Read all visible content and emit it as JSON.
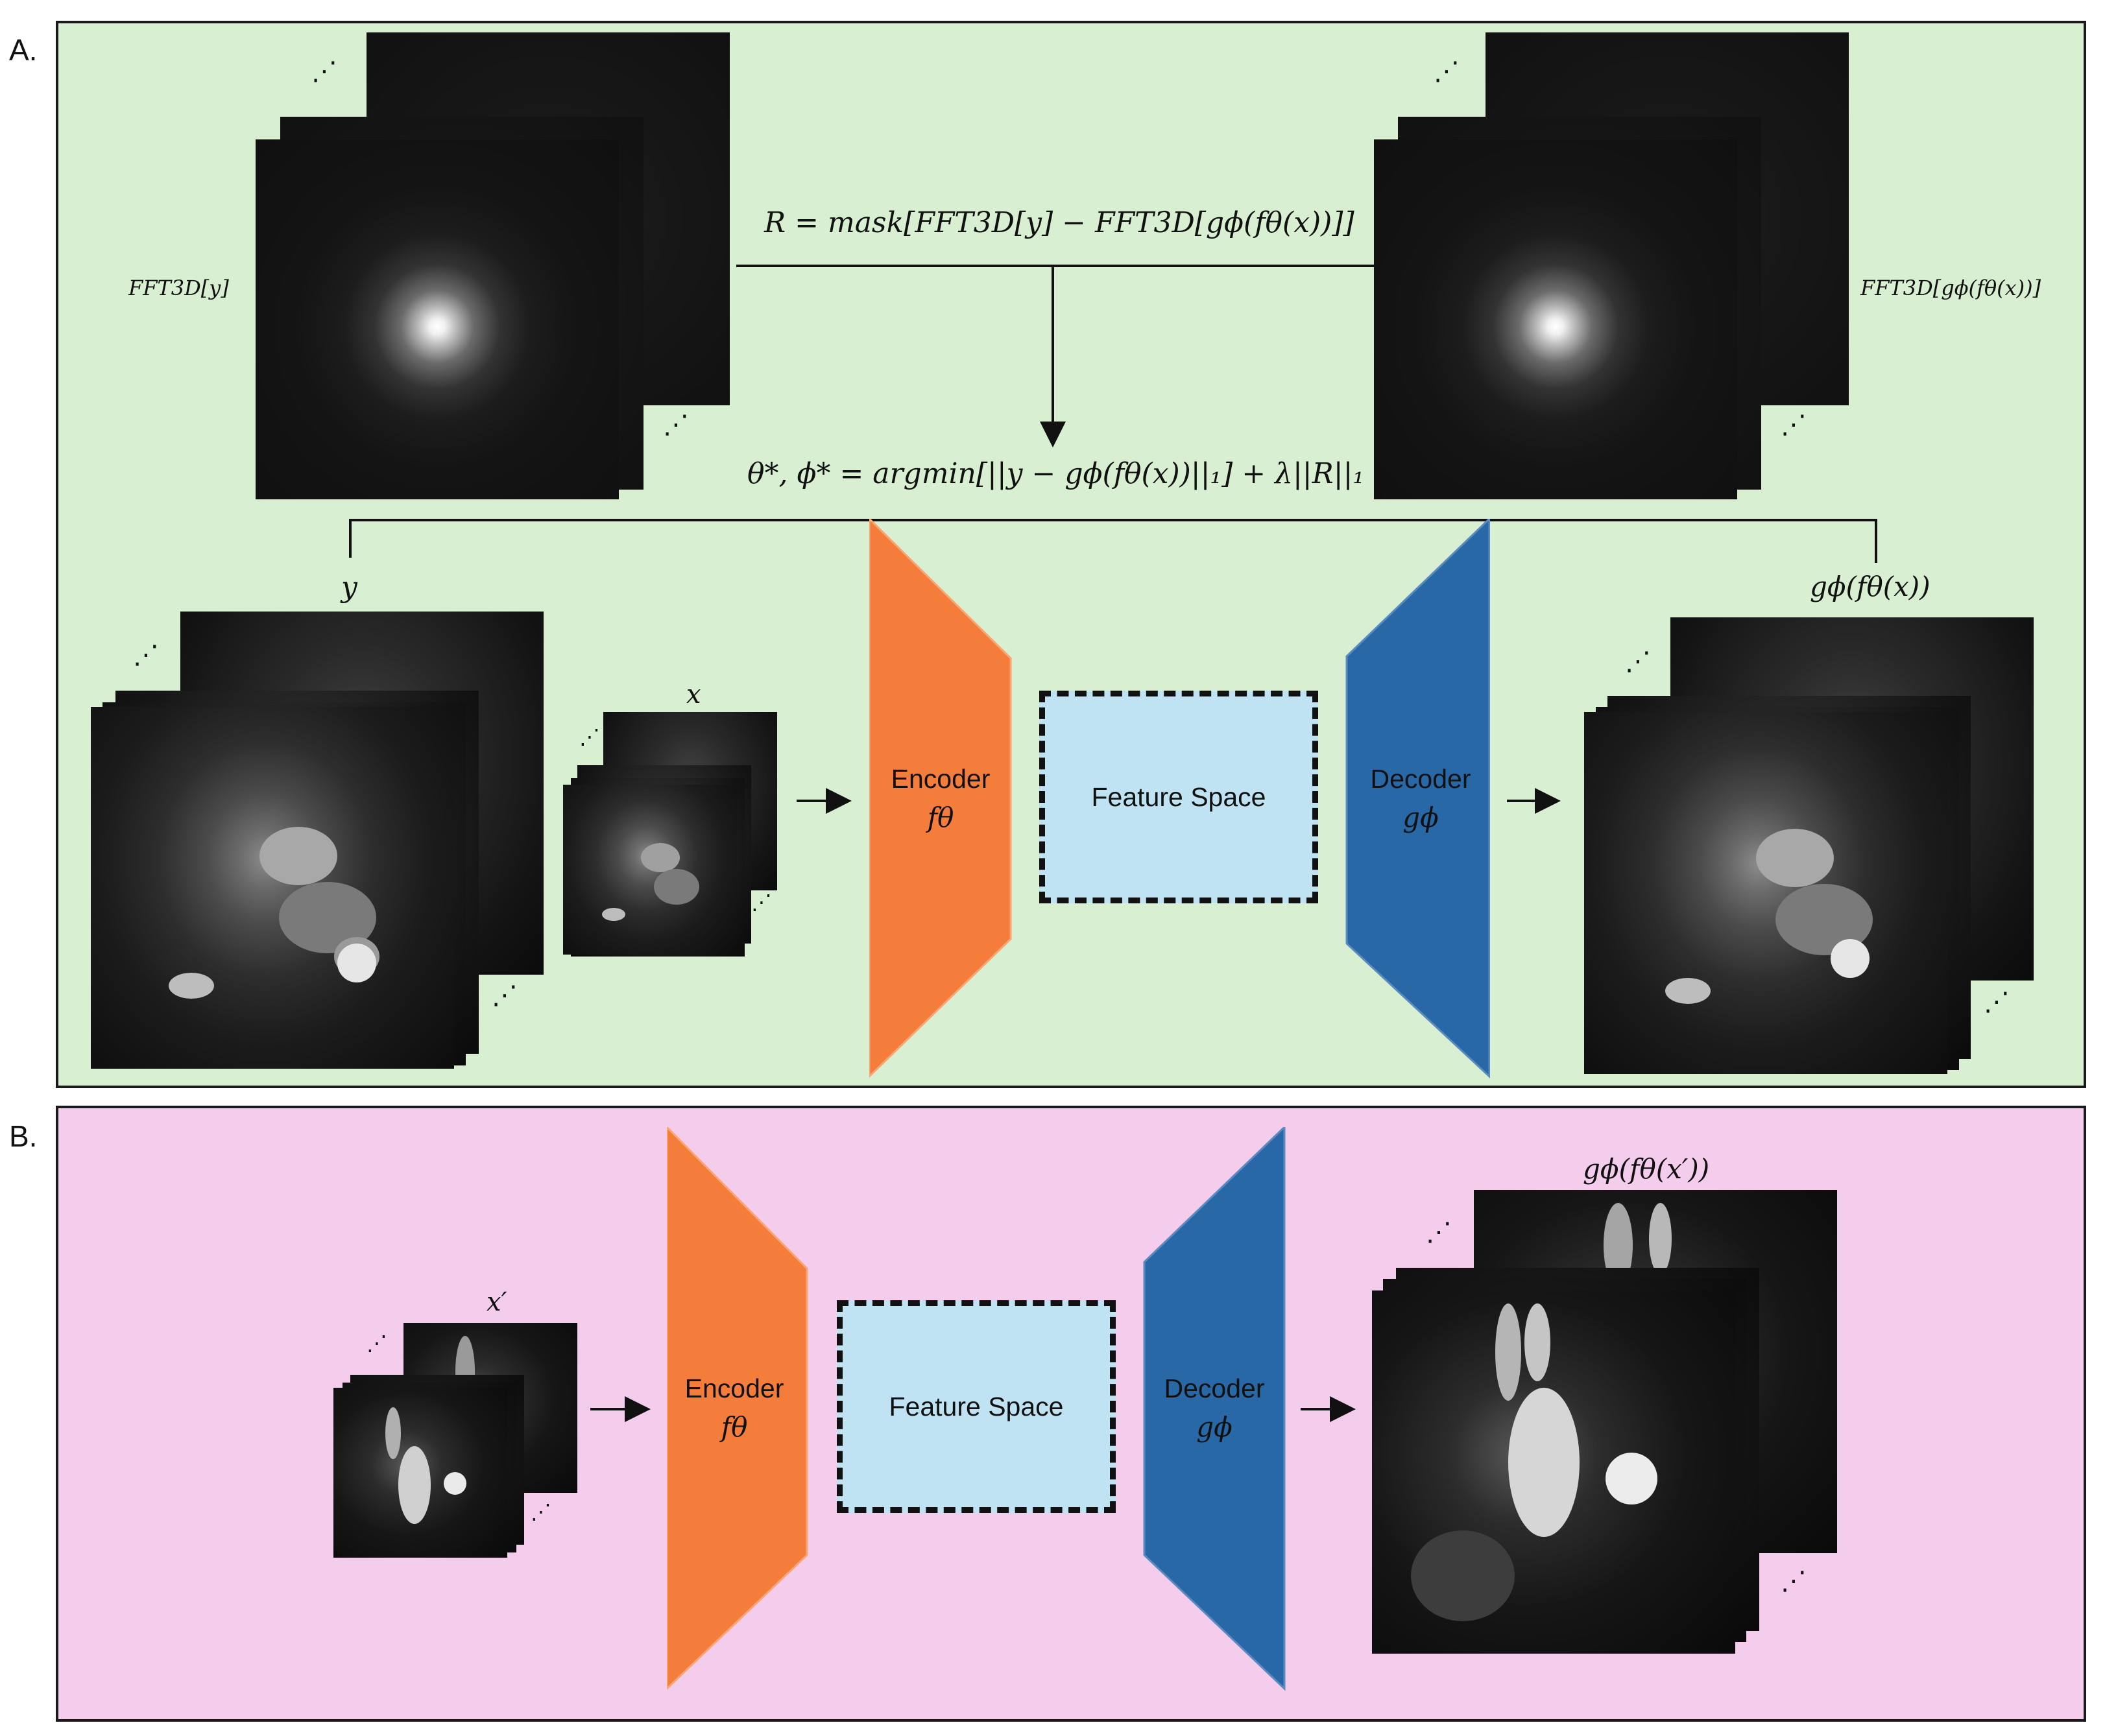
{
  "panel_a": {
    "label": "A.",
    "background": "#d9efd2",
    "kspace_left_label": "FFT3D[y]",
    "kspace_right_label": "FFT3D[gϕ(fθ(x))]",
    "residual_equation": "R = mask[FFT3D[y] − FFT3D[gϕ(fθ(x))]]",
    "loss_equation": "θ*, ϕ* = argmin[||y − gϕ(fθ(x))||₁] + λ||R||₁",
    "y_label": "y",
    "x_label": "x",
    "output_label": "gϕ(fθ(x))",
    "encoder_label": "Encoder",
    "encoder_symbol": "fθ",
    "feature_label": "Feature Space",
    "decoder_label": "Decoder",
    "decoder_symbol": "gϕ"
  },
  "panel_b": {
    "label": "B.",
    "background": "#f3cdeb",
    "input_label": "x′",
    "output_label": "gϕ(fθ(x′))",
    "encoder_label": "Encoder",
    "encoder_symbol": "fθ",
    "feature_label": "Feature Space",
    "decoder_label": "Decoder",
    "decoder_symbol": "gϕ"
  },
  "colors": {
    "encoder": "#f47d3b",
    "decoder": "#2868a6",
    "feature_space": "#c0e3f3"
  },
  "ellipsis_glyph": "⋰"
}
